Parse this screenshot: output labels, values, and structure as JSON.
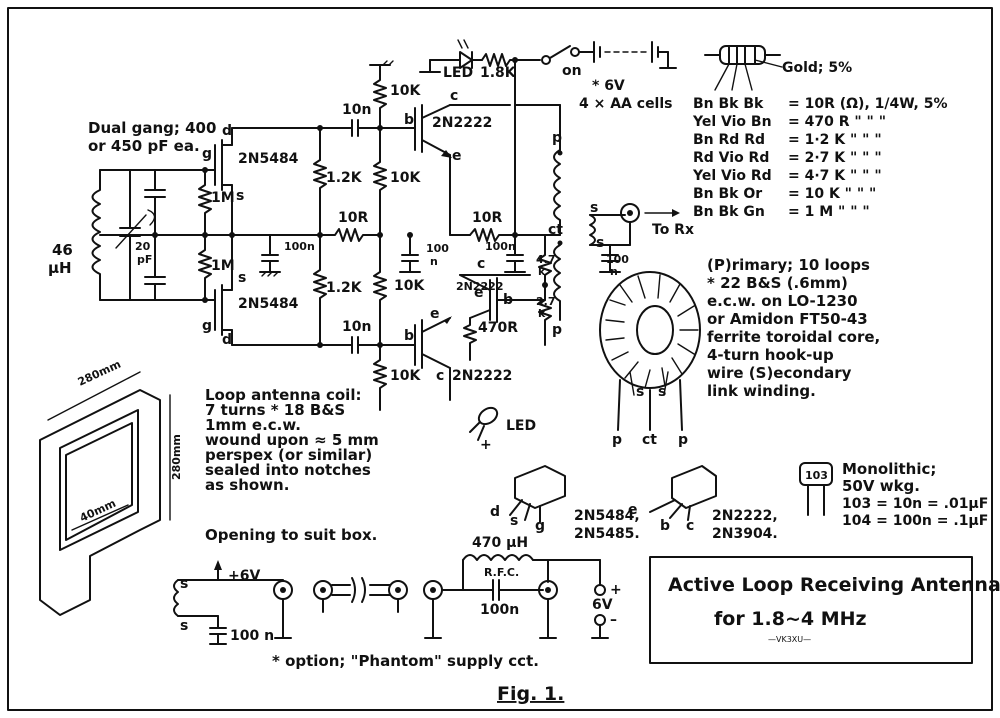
{
  "title_box": {
    "line1": "Active Loop Receiving Antenna",
    "line2": "for 1.8~4 MHz",
    "callsign": "—VK3XU—"
  },
  "figure_label": "Fig. 1.",
  "color_code": {
    "gold_label": "Gold; 5%",
    "rows": [
      {
        "code": "Bn  Bk  Bk",
        "value": "= 10R (Ω), 1/4W, 5%"
      },
      {
        "code": "Yel  Vio  Bn",
        "value": "= 470 R  \"  \"  \""
      },
      {
        "code": "Bn  Rd  Rd",
        "value": "= 1·2 K  \"  \"  \""
      },
      {
        "code": "Rd  Vio  Rd",
        "value": "= 2·7 K  \"  \"  \""
      },
      {
        "code": "Yel  Vio  Rd",
        "value": "= 4·7 K  \"  \"  \""
      },
      {
        "code": "Bn  Bk  Or",
        "value": "= 10 K  \"  \"  \""
      },
      {
        "code": "Bn  Bk  Gn",
        "value": "= 1 M  \"  \"  \""
      }
    ]
  },
  "labels": {
    "dual_gang": "Dual gang; 400",
    "dual_gang2": "or 450 pF ea.",
    "inductor": "46",
    "inductor_unit": "µH",
    "cap20": "20",
    "cap20_unit": "pF",
    "r1m_top": "1M",
    "r1m_bot": "1M",
    "fet_top": "2N5484",
    "fet_bot": "2N5484",
    "npn_top": "2N2222",
    "npn_bot": "2N2222",
    "npn_mid": "2N2222",
    "r10k_a": "10K",
    "r10k_b": "10K",
    "r10k_c": "10K",
    "r10k_d": "10K",
    "r1_2k_a": "1.2K",
    "r1_2k_b": "1.2K",
    "r10r_a": "10R",
    "r10r_b": "10R",
    "c10n_a": "10n",
    "c10n_b": "10n",
    "c100n_a": "100n",
    "c100n_b": "100",
    "c100n_b2": "n",
    "c100n_c": "100n",
    "c100n_d": "100",
    "c100n_d2": "n",
    "r470": "470R",
    "r4_7k": "4.7",
    "r4_7k2": "k",
    "r2_7k": "2.7",
    "r2_7k2": "k",
    "led": "LED",
    "r1_8k": "1.8K",
    "on": "on",
    "battery": "* 6V",
    "battery2": "4 × AA cells",
    "to_rx": "To Rx",
    "p_top": "p",
    "p_bot": "p",
    "ct": "ct",
    "s_a": "s",
    "s_b": "s",
    "pin_d_top": "d",
    "pin_g_top": "g",
    "pin_s_top": "s",
    "pin_s_bot": "s",
    "pin_g_bot": "g",
    "pin_d_bot": "d",
    "pin_b_top": "b",
    "pin_c_top": "c",
    "pin_e_top": "e",
    "pin_c_mid": "c",
    "pin_e_mid": "e",
    "pin_b_mid": "b",
    "pin_b_bot": "b",
    "pin_e_bot": "e",
    "pin_c_bot": "c",
    "toroid_desc": [
      "(P)rimary; 10 loops",
      "* 22 B&S (.6mm)",
      "e.c.w. on LO-1230",
      "or Amidon FT50-43",
      "ferrite toroidal core,",
      "4-turn hook-up",
      "wire (S)econdary",
      "link winding."
    ],
    "toroid_pins": [
      "p",
      "ct",
      "p",
      "s",
      "s"
    ],
    "loop_desc": [
      "Loop antenna coil:",
      "7 turns * 18 B&S",
      "1mm e.c.w.",
      "wound upon ≈ 5 mm",
      "perspex (or similar)",
      "sealed into notches",
      "as shown."
    ],
    "dim_280_top": "280mm",
    "dim_280_side": "280mm",
    "dim_40": "40mm",
    "opening": "Opening to suit box.",
    "led_small": "LED",
    "fet_pins": [
      "d",
      "s",
      "g"
    ],
    "fet_types": [
      "2N5484,",
      "2N5485."
    ],
    "bjt_pins": [
      "e",
      "b",
      "c"
    ],
    "bjt_types": [
      "2N2222,",
      "2N3904."
    ],
    "mono_code": "103",
    "mono_desc": [
      "Monolithic;",
      "50V wkg.",
      "103 = 10n = .01µF",
      "104 = 100n = .1µF"
    ],
    "phantom_6v": "+6V",
    "phantom_100n": "100 n",
    "rfc_val": "470 µH",
    "rfc": "R.F.C.",
    "rfc_cap": "100n",
    "supply_plus": "+",
    "supply_6v": "6V",
    "supply_minus": "–",
    "phantom_note": "* option; \"Phantom\" supply cct.",
    "phantom_s1": "s",
    "phantom_s2": "s"
  }
}
